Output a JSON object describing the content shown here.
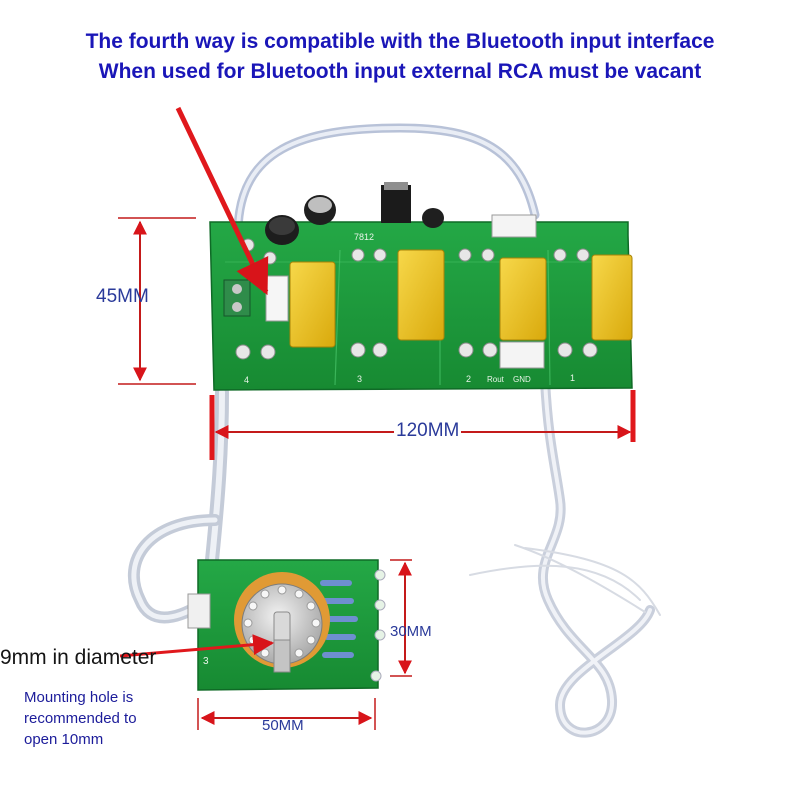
{
  "header": {
    "line1": "The fourth way is compatible with the Bluetooth input interface",
    "line2": "When used for Bluetooth input external RCA must be vacant"
  },
  "dimensions": {
    "main_height": "45MM",
    "main_width": "120MM",
    "knob_height": "30MM",
    "knob_width": "50MM",
    "shaft_diameter": "9mm in diameter"
  },
  "mounting_note": {
    "line1": "Mounting hole is",
    "line2": "recommended to",
    "line3": "open 10mm"
  },
  "board_labels": {
    "regulator": "7812",
    "ch4": "4",
    "ch3": "3",
    "ch2": "2",
    "ch1": "1",
    "rout": "Rout",
    "gnd": "GND",
    "sel3": "3"
  },
  "colors": {
    "title": "#1a16b8",
    "pcb": "#1f9a3c",
    "relay": "#f0c81e",
    "arrow": "#e0181c",
    "dimension": "#c41a1a"
  }
}
